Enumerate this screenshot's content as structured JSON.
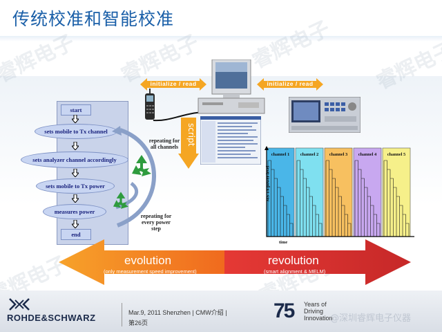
{
  "title": "传统校准和智能校准",
  "watermark": "睿辉电子",
  "flow": {
    "steps": [
      "start",
      "sets mobile to Tx channel",
      "sets analyzer channel accordingly",
      "sets mobile to Tx power",
      "measures power",
      "end"
    ],
    "repeat_channels": "repeating for all channels",
    "repeat_power": "repeating for every power step"
  },
  "setup": {
    "init_left": "initialize / read",
    "init_right": "initialize / read",
    "script_label": "script"
  },
  "chart": {
    "channels": [
      "channel 1",
      "channel 2",
      "channel 3",
      "channel 4",
      "channel 5"
    ],
    "channel_colors": [
      "#4ab6e8",
      "#7fe0f0",
      "#f7c060",
      "#c8a8f0",
      "#f6f08a"
    ],
    "ylabel": "MS Tx power level",
    "xlabel": "time"
  },
  "arrows": {
    "evolution": "evolution",
    "evolution_sub": "(only measurement speed improvement)",
    "revolution": "revolution",
    "revolution_sub": "(smart alignment & MELM)"
  },
  "footer": {
    "brand": "ROHDE&SCHWARZ",
    "date_place": "Mar.9, 2011 Shenzhen  |  CMW介绍 |",
    "page": "第26页",
    "anniv_num": "75",
    "anniv_l1": "Years of",
    "anniv_l2": "Driving",
    "anniv_l3": "Innovation",
    "social": "@深圳睿辉电子仪器"
  }
}
